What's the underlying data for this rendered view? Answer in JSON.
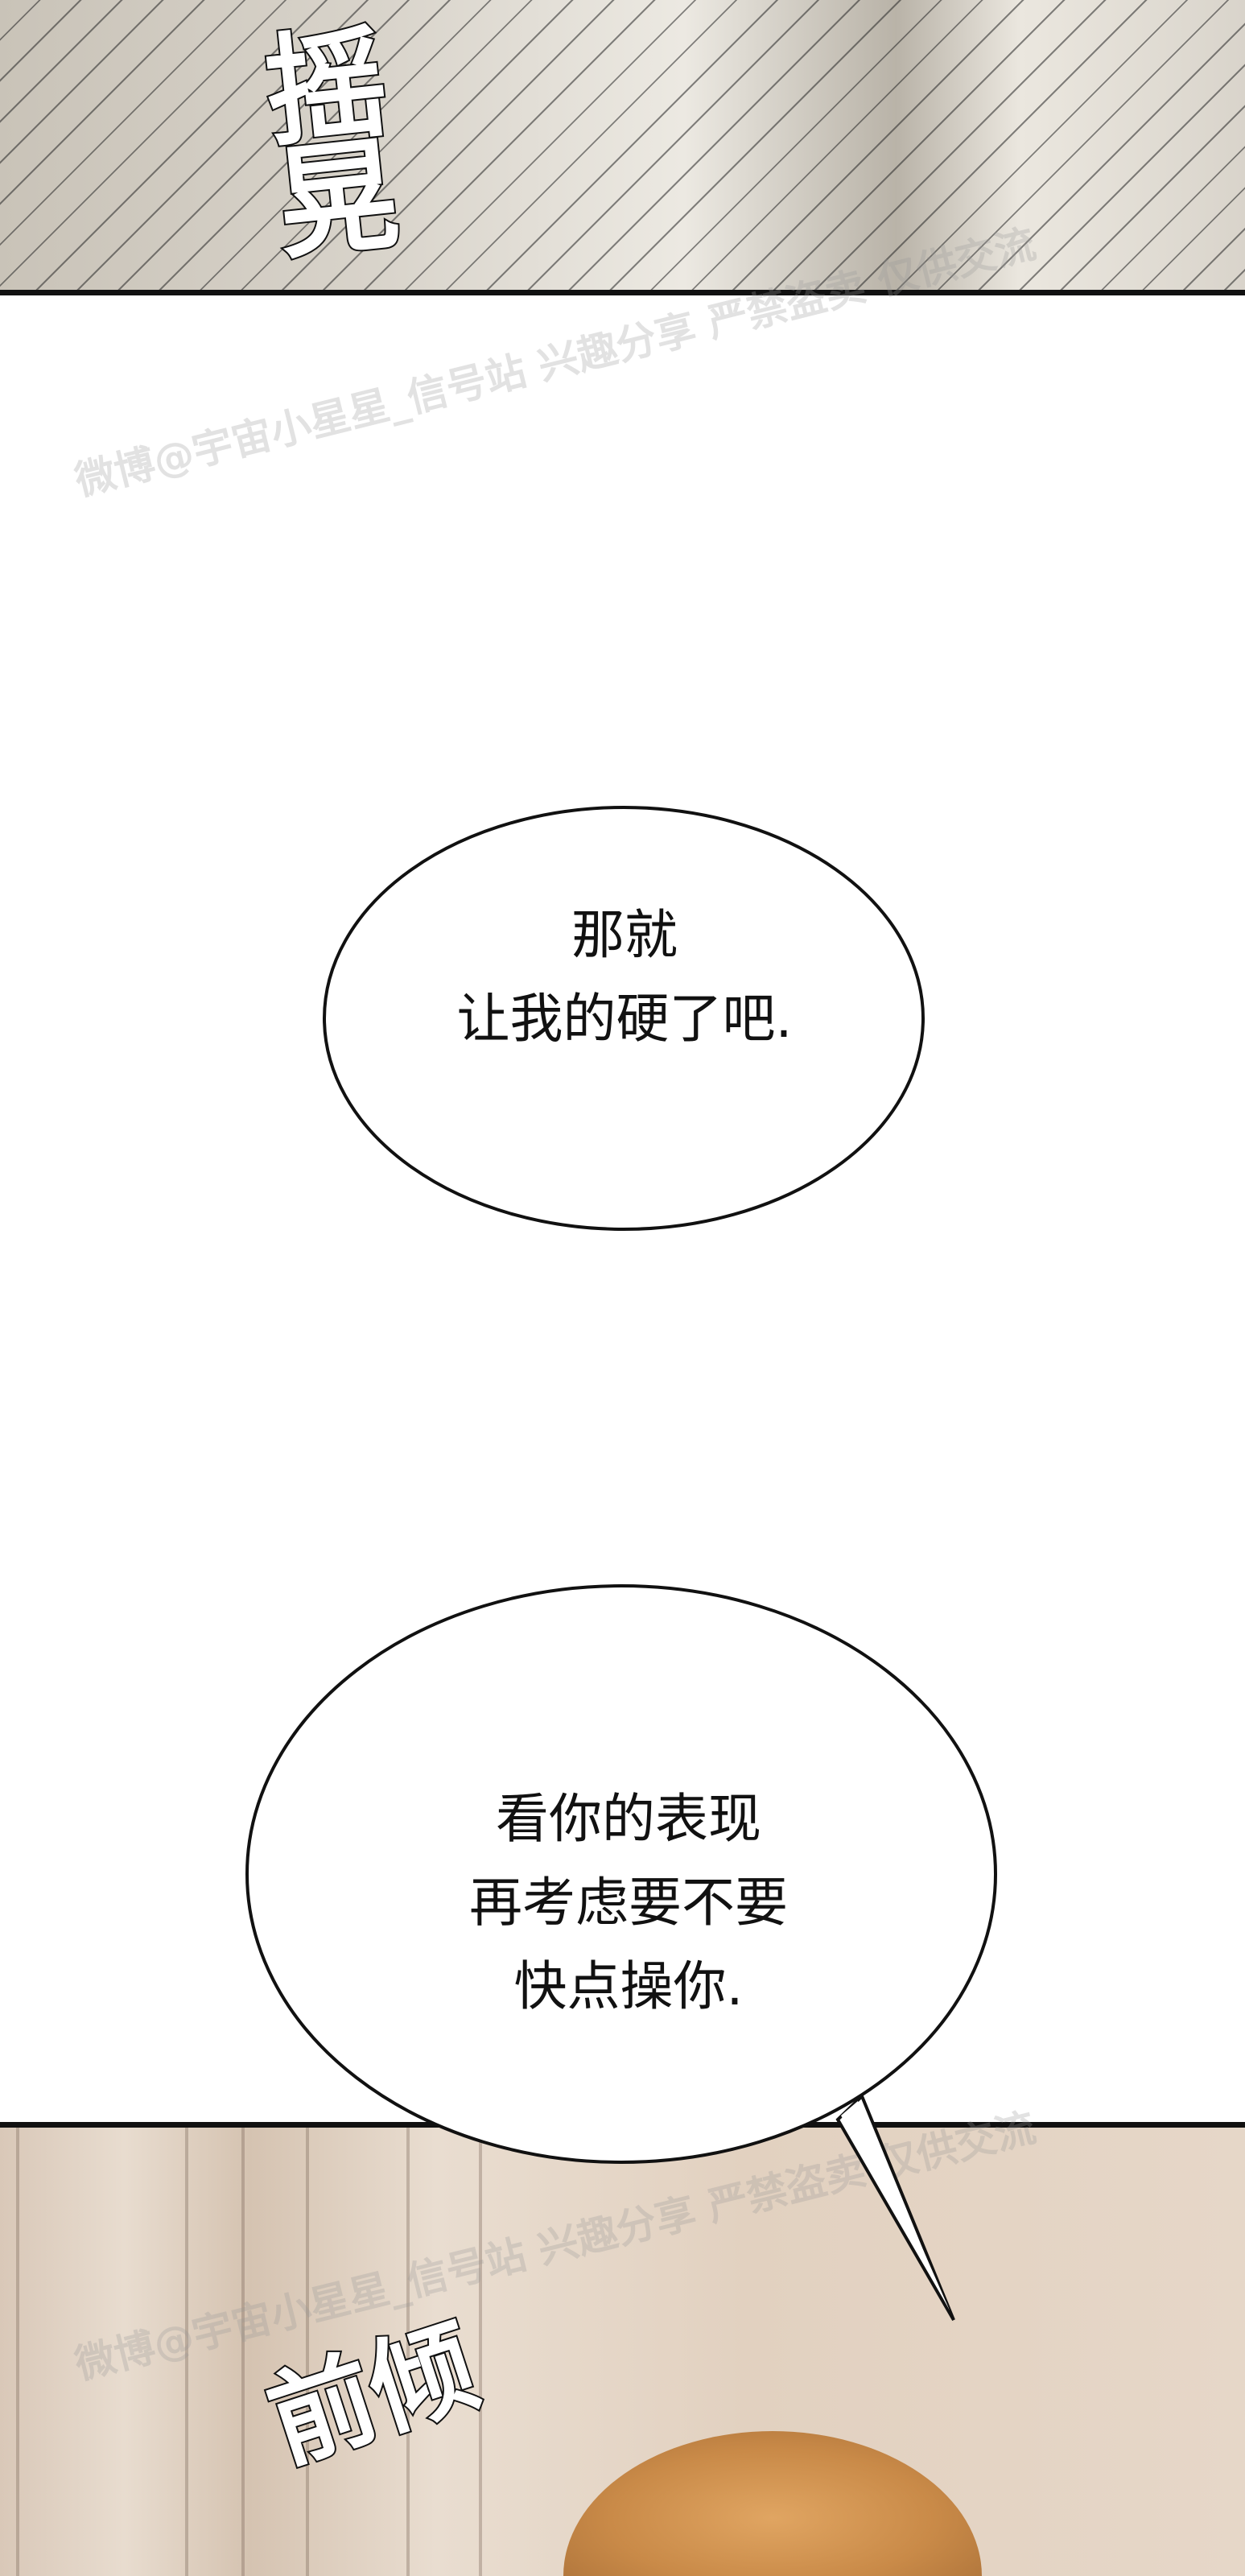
{
  "panels": {
    "top": {
      "sfx": "摇晃"
    },
    "bottom": {
      "sfx": "前倾"
    }
  },
  "bubbles": [
    {
      "lines": [
        "那就",
        "让我的硬了吧."
      ]
    },
    {
      "lines": [
        "看你的表现",
        "再考虑要不要",
        "快点操你."
      ]
    }
  ],
  "watermark": "微博@宇宙小星星_信号站 兴趣分享 严禁盗卖 仅供交流",
  "colors": {
    "ink": "#111111",
    "hair": "#c98a48",
    "wall": "#e2d1c0"
  }
}
